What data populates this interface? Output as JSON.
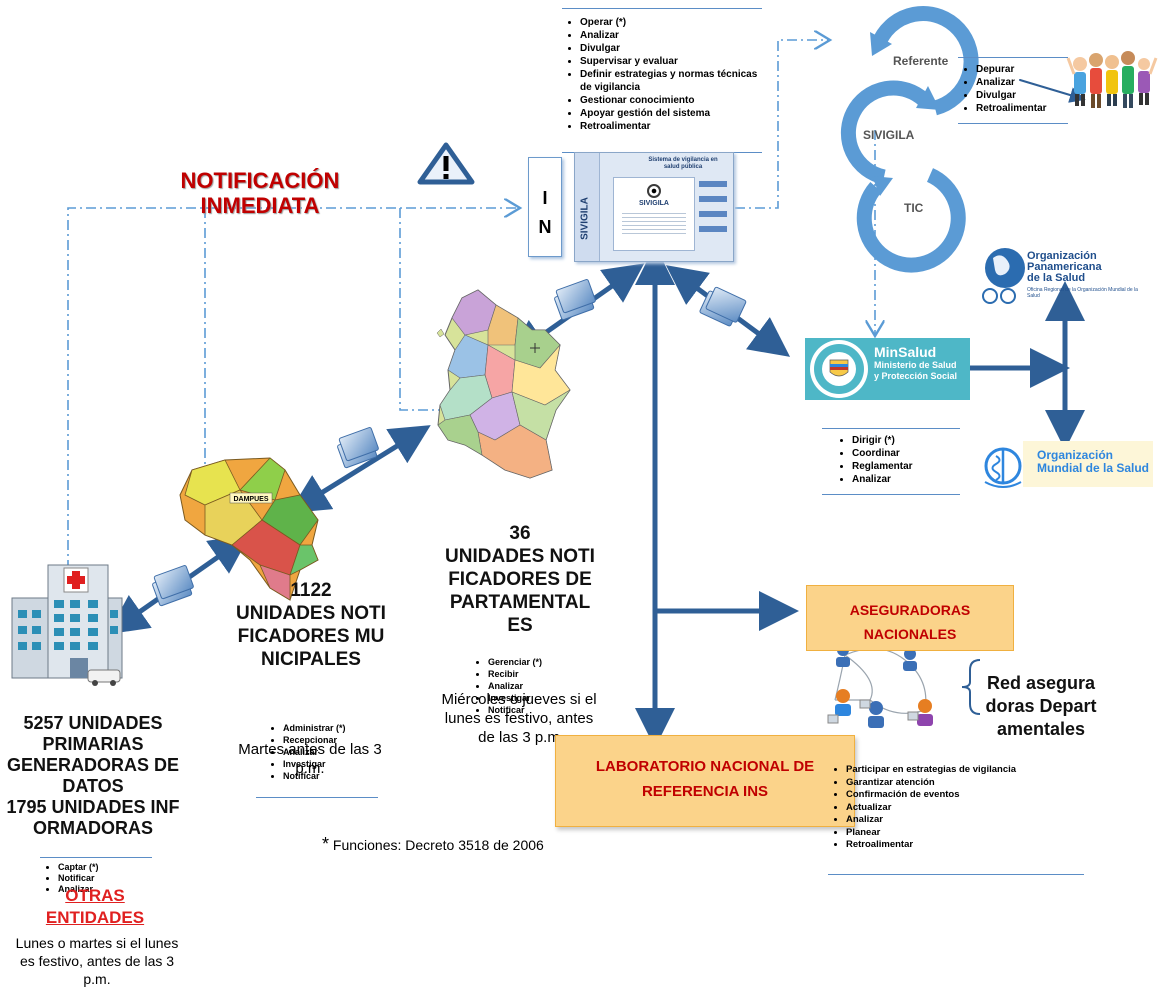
{
  "title": "NOTIFICACIÓN INMEDIATA",
  "ins_box": {
    "line1": "I",
    "line2": "N"
  },
  "top_functions": [
    "Operar  (*)",
    "Analizar",
    "Divulgar",
    "Supervisar y evaluar",
    "Definir estrategias  y normas técnicas de vigilancia",
    "Gestionar conocimiento",
    "Apoyar gestión del sistema",
    "Retroalimentar"
  ],
  "sivigila_screen": {
    "header": "Sistema de vigilancia en salud pública",
    "side": "SIVIGILA",
    "center": "SIVIGILA"
  },
  "cycle": {
    "referente": "Referente",
    "sivigila": "SIVIGILA",
    "tic": "TIC"
  },
  "community_functions": [
    "Depurar",
    "Analizar",
    "Divulgar",
    "Retroalimentar"
  ],
  "ops": {
    "line1": "Organización",
    "line2": "Panamericana",
    "line3": "de la Salud",
    "sub": "Oficina Regional de la Organización Mundial de la Salud"
  },
  "minsalud": {
    "name": "MinSalud",
    "line1": "Ministerio de Salud",
    "line2": "y Protección Social"
  },
  "minsalud_functions": [
    "Dirigir  (*)",
    "Coordinar",
    "Reglamentar",
    "Analizar"
  ],
  "oms": {
    "line1": "Organización",
    "line2": "Mundial de la Salud"
  },
  "departamental": {
    "count": "36",
    "title": "UNIDADES NOTIFICADORES DEPARTAMENTALES",
    "schedule": "Miércoles o jueves si el lunes es festivo, antes  de las 3 p.m",
    "functions": [
      "Gerenciar (*)",
      "Recibir",
      "Analizar",
      "Investigar",
      "Notificar"
    ]
  },
  "municipal": {
    "count": "1122",
    "title": "UNIDADES NOTIFICADORES MUNICIPALES",
    "schedule": "Martes antes  de las 3 p.m.",
    "functions": [
      "Administrar (*)",
      "Recepcionar",
      "Analizar",
      "Investigar",
      "Notificar"
    ]
  },
  "primary": {
    "line1": "5257 UNIDADES PRIMARIAS GENERADORAS DE DATOS",
    "line2": "1795 UNIDADES INFORMADORAS",
    "functions": [
      "Captar (*)",
      "Notificar",
      "Analizar"
    ],
    "otras": "OTRAS ENTIDADES",
    "schedule": "Lunes o martes si el lunes es festivo, antes  de las 3 p.m."
  },
  "footnote": {
    "star": "*",
    "text": " Funciones: Decreto 3518 de 2006"
  },
  "aseguradoras": "ASEGURADORAS NACIONALES",
  "red": "Red aseguradoras Departamentales",
  "laboratorio": "LABORATORIO NACIONAL DE REFERENCIA  INS",
  "lab_functions": [
    "Participar en estrategias de vigilancia",
    "Garantizar atención",
    "Confirmación de eventos",
    "Actualizar",
    "Analizar",
    "Planear",
    "Retroalimentar"
  ],
  "map_label": "DAMPUES",
  "colors": {
    "arrow": "#2f5f96",
    "dash": "#5b9bd5",
    "circle": "#5b9bd5",
    "red": "#c00000",
    "orange": "#fbd38a",
    "teal": "#4eb7c7"
  }
}
